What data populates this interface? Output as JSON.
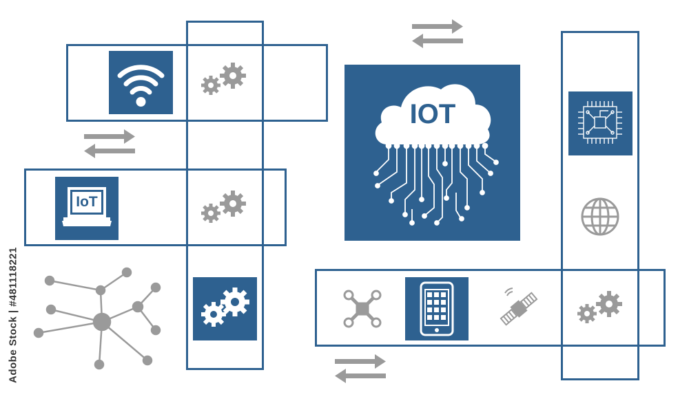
{
  "cloud_label": "IOT",
  "laptop_label": "IoT",
  "side_text": "Adobe Stock | #481118221",
  "colors": {
    "blue": "#2e6190",
    "gray": "#9a9a9a",
    "white": "#ffffff"
  },
  "icons": [
    "wifi-icon",
    "gears-icon",
    "laptop-icon",
    "network-icon",
    "cloud-icon",
    "circuit-chip-icon",
    "globe-icon",
    "drone-icon",
    "tablet-icon",
    "satellite-icon",
    "swap-arrows-icon"
  ]
}
